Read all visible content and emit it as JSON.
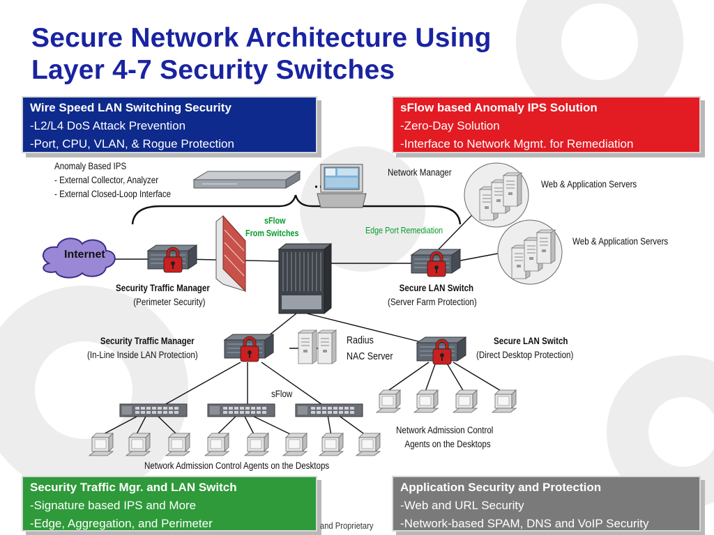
{
  "title": {
    "line1": "Secure Network Architecture Using",
    "line2": "Layer 4-7 Security Switches"
  },
  "boxes": {
    "top_left": {
      "color": "#0e2a8c",
      "heading": "Wire Speed LAN Switching Security",
      "items": [
        "-L2/L4 DoS Attack Prevention",
        "-Port, CPU, VLAN, & Rogue Protection"
      ]
    },
    "top_right": {
      "color": "#e31b23",
      "heading": "sFlow based Anomaly IPS Solution",
      "items": [
        "-Zero-Day Solution",
        "-Interface to Network Mgmt. for Remediation"
      ]
    },
    "bottom_left": {
      "color": "#2e9a3a",
      "heading": "Security Traffic Mgr. and LAN Switch",
      "items": [
        "-Signature based IPS and More",
        "-Edge, Aggregation, and Perimeter"
      ]
    },
    "bottom_right": {
      "color": "#7a7a7a",
      "heading": "Application Security and Protection",
      "items": [
        "-Web and URL Security",
        "-Network-based SPAM, DNS and VoIP Security"
      ]
    }
  },
  "labels": {
    "anomaly_ips": [
      "Anomaly Based IPS",
      "- External Collector, Analyzer",
      "- External Closed-Loop Interface"
    ],
    "network_manager": "Network Manager",
    "web_servers_1": "Web & Application Servers",
    "web_servers_2": "Web & Application Servers",
    "sflow_top": "sFlow",
    "from_switches": "From Switches",
    "edge_remediation": "Edge Port Remediation",
    "internet": "Internet",
    "stm_perimeter": [
      "Security Traffic Manager",
      "(Perimeter Security)"
    ],
    "secure_lan_server": [
      "Secure LAN Switch",
      "(Server Farm Protection)"
    ],
    "stm_inline": [
      "Security Traffic Manager",
      "(In-Line Inside LAN Protection)"
    ],
    "radius": [
      "Radius",
      "NAC Server"
    ],
    "secure_lan_desktop": [
      "Secure LAN Switch",
      "(Direct Desktop Protection)"
    ],
    "sflow_bottom": "sFlow",
    "nac_right": [
      "Network Admission Control",
      "Agents on the Desktops"
    ],
    "nac_bottom": "Network Admission Control Agents on the Desktops",
    "footer_fragment": "and Proprietary"
  },
  "colors": {
    "title": "#1a23a0",
    "accent_green": "#079b2b",
    "lock": "#cc1f1f",
    "firewall_brick": "#c8524a"
  }
}
